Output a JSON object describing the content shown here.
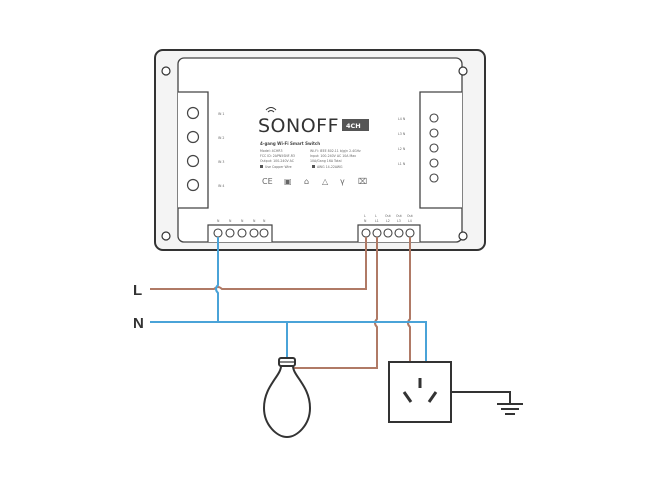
{
  "device": {
    "brand": "SONOFF",
    "model_badge": "4CH",
    "subtitle": "4-gang Wi-Fi Smart Switch",
    "spec_lines": [
      [
        "Model: 4CHR3",
        "Wi-Fi: IEEE 802.11 b/g/n 2.4GHz"
      ],
      [
        "FCC ID: 2APN5SNF-R3",
        "Input: 100-240V AC 10A Max"
      ],
      [
        "Output: 100-240V AC",
        "10A/Gang   16A Total"
      ]
    ],
    "note_left": "Use Copper Wire",
    "note_right": "AWG 14-22AWG",
    "cert_marks": [
      "CE",
      "▣",
      "⌂",
      "△",
      "γ",
      "⌧"
    ],
    "left_terminal_labels": [
      "IN 1",
      "IN 2",
      "IN 3",
      "IN 4"
    ],
    "right_terminal_labels": [
      "L4 N",
      "L3 N",
      "L2 N",
      "L1 N"
    ],
    "bottom_left_labels": [
      "N",
      "N",
      "N",
      "N",
      "N"
    ],
    "bottom_right_top_labels": [
      "L",
      "L",
      "Out",
      "Out",
      "Out"
    ],
    "bottom_right_bottom_labels": [
      "N",
      "L1",
      "L2",
      "L3",
      "L4"
    ]
  },
  "wires": {
    "live_label": "L",
    "neutral_label": "N",
    "live_color": "#b07a66",
    "neutral_color": "#4aa3d8"
  },
  "loads": {
    "bulb_icon": "light-bulb-icon",
    "socket_icon": "power-socket-icon",
    "ground_icon": "ground-icon"
  }
}
